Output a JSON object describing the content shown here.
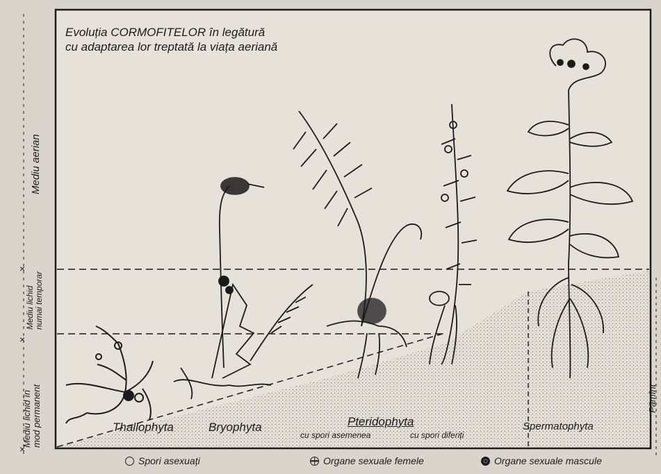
{
  "title": {
    "line1": "Evoluția CORMOFITELOR în legătură",
    "line2": "cu adaptarea lor treptată la viața aeriană"
  },
  "zones": {
    "air": "Mediu aerian",
    "temporary_line1": "Mediu lichid",
    "temporary_line2": "numai temporar",
    "permanent_line1": "Mediu lichid în",
    "permanent_line2": "mod permanent",
    "soil": "Pămînt"
  },
  "groups": {
    "thallophyta": "Thallophyta",
    "bryophyta": "Bryophyta",
    "pteridophyta": "Pteridophyta",
    "pteridophyta_sub1": "cu spori asemenea",
    "pteridophyta_sub2": "cu spori diferiți",
    "spermatophyta": "Spermatophyta"
  },
  "legend": {
    "asexual_spores": "Spori asexuați",
    "female_organs": "Organe sexuale femele",
    "male_organs": "Organe sexuale mascule"
  }
}
